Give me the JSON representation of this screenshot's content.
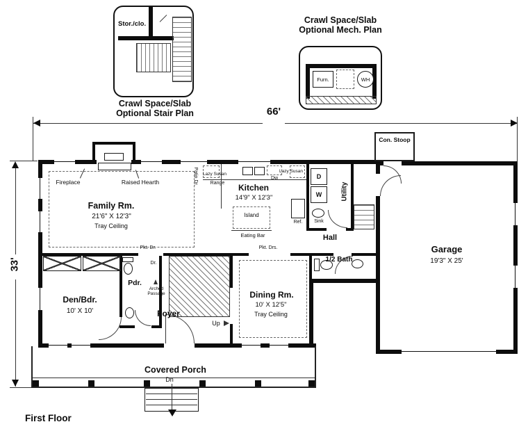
{
  "title": {
    "first_floor": "First Floor"
  },
  "dimensions": {
    "width": "66'",
    "depth": "33'"
  },
  "insets": {
    "stair": {
      "label": "Stor./clo.",
      "caption1": "Crawl Space/Slab",
      "caption2": "Optional Stair Plan"
    },
    "mech": {
      "caption1": "Crawl Space/Slab",
      "caption2": "Optional Mech. Plan",
      "furnace": "Furn.",
      "water_heater": "WH"
    }
  },
  "rooms": {
    "family": {
      "name": "Family Rm.",
      "size": "21'6\" X 12'3\"",
      "ceiling": "Tray Ceiling"
    },
    "kitchen": {
      "name": "Kitchen",
      "size": "14'9\" X 12'3\""
    },
    "dining": {
      "name": "Dining Rm.",
      "size": "10' X 12'5\"",
      "ceiling": "Tray Ceiling"
    },
    "den": {
      "name": "Den/Bdr.",
      "size": "10' X 10'"
    },
    "garage": {
      "name": "Garage",
      "size": "19'3\" X 25'"
    },
    "foyer": {
      "name": "Foyer"
    },
    "hall": {
      "name": "Hall"
    },
    "utility": {
      "name": "Utility"
    },
    "half_bath": {
      "name": "1/2 Bath"
    },
    "powder": {
      "name": "Pdr."
    },
    "porch": {
      "name": "Covered Porch"
    },
    "stoop": {
      "name": "Con. Stoop"
    }
  },
  "fixtures": {
    "fireplace": "Fireplace",
    "raised_hearth": "Raised Hearth",
    "lazy_susan_left": "Lazy Susan",
    "lazy_susan_right": "Lazy Susan",
    "range": "Range",
    "dishwasher": "Dw",
    "refrigerator": "Ref.",
    "island": "Island",
    "eating_bar": "Eating Bar",
    "sink": "Sink",
    "dryer": "D",
    "washer": "W"
  },
  "doors": {
    "patio": "Patio Dr.",
    "pocket_single": "Pkt. Dr.",
    "pocket_double": "Pkt. Drs.",
    "door": "Dr.",
    "arched_passage": "Arched Passage"
  },
  "stairs": {
    "up": "Up",
    "dn": "Dn"
  }
}
